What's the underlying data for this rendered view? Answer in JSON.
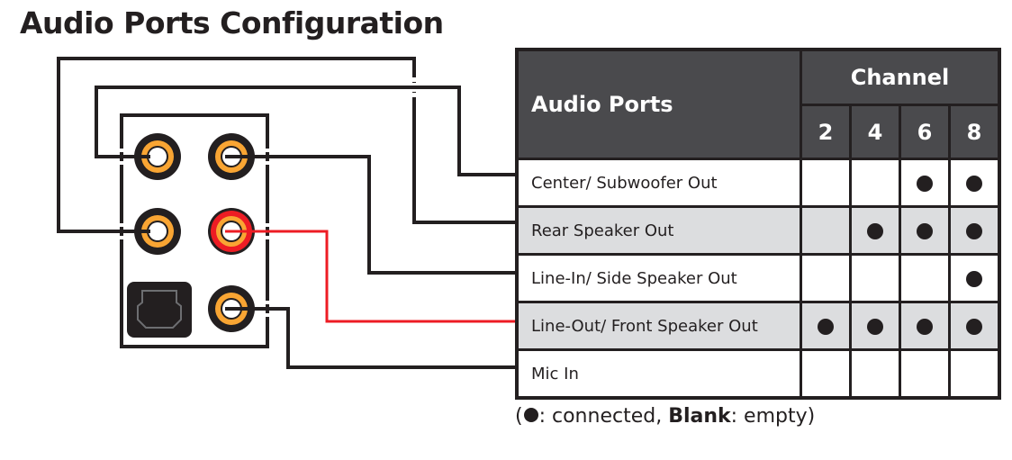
{
  "title": "Audio Ports Configuration",
  "table": {
    "header_ports": "Audio Ports",
    "header_channel": "Channel",
    "channels": [
      "2",
      "4",
      "6",
      "8"
    ],
    "rows": [
      {
        "label": "Center/ Subwoofer Out",
        "connected": [
          false,
          false,
          true,
          true
        ],
        "shaded": false
      },
      {
        "label": "Rear Speaker Out",
        "connected": [
          false,
          true,
          true,
          true
        ],
        "shaded": true
      },
      {
        "label": "Line-In/ Side Speaker Out",
        "connected": [
          false,
          false,
          false,
          true
        ],
        "shaded": false
      },
      {
        "label": "Line-Out/ Front Speaker Out",
        "connected": [
          true,
          true,
          true,
          true
        ],
        "shaded": true
      },
      {
        "label": "Mic In",
        "connected": [
          false,
          false,
          false,
          false
        ],
        "shaded": false
      }
    ]
  },
  "legend": {
    "open": "(",
    "dot_text": ": connected, ",
    "blank_bold": "Blank",
    "blank_text": ": empty)"
  },
  "panel": {
    "jacks": [
      {
        "name": "center-subwoofer-jack",
        "color": "orange",
        "connects_to": "Center/ Subwoofer Out"
      },
      {
        "name": "line-in-side-jack",
        "color": "orange",
        "connects_to": "Line-In/ Side Speaker Out"
      },
      {
        "name": "rear-speaker-jack",
        "color": "orange",
        "connects_to": "Rear Speaker Out"
      },
      {
        "name": "line-out-front-jack",
        "color": "red",
        "connects_to": "Line-Out/ Front Speaker Out"
      },
      {
        "name": "mic-in-jack",
        "color": "orange",
        "connects_to": "Mic In"
      }
    ],
    "optical": "S/PDIF optical out"
  },
  "colors": {
    "ink": "#231f20",
    "jack_orange": "#f9a533",
    "jack_red": "#ed1c24",
    "header_bg": "#4a4a4d",
    "row_shade": "#dcdddf",
    "optical_outline": "#6d6e71"
  }
}
